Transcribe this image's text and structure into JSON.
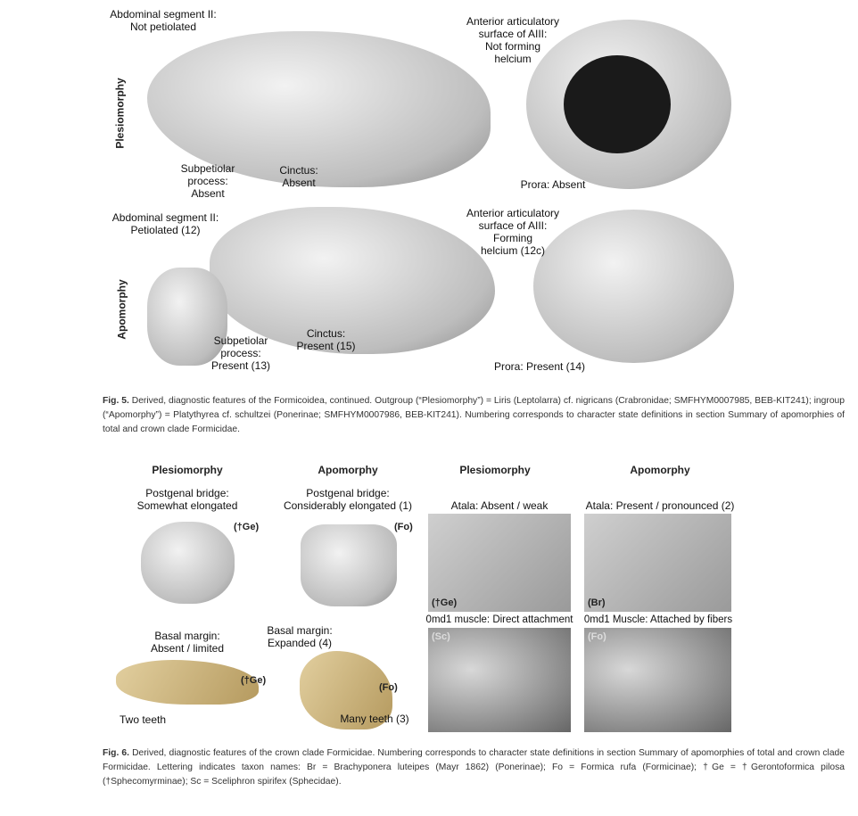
{
  "fig5": {
    "row_labels": [
      "Plesiomorphy",
      "Apomorphy"
    ],
    "labels": {
      "abd_plesio": "Abdominal segment II:\nNot petiolated",
      "subpet_plesio": "Subpetiolar\nprocess:\nAbsent",
      "cinctus_plesio": "Cinctus:\nAbsent",
      "aaiii_plesio": "Anterior articulatory\nsurface of AIII:\nNot forming\nhelcium",
      "prora_plesio": "Prora: Absent",
      "abd_apo": "Abdominal segment II:\nPetiolated (12)",
      "subpet_apo": "Subpetiolar\nprocess:\nPresent (13)",
      "cinctus_apo": "Cinctus:\nPresent (15)",
      "aaiii_apo": "Anterior articulatory\nsurface of AIII:\nForming\nhelcium (12c)",
      "prora_apo": "Prora: Present (14)"
    },
    "caption": {
      "label": "Fig. 5.",
      "text": " Derived, diagnostic features of the Formicoidea, continued. Outgroup (“Plesiomorphy”) = Liris (Leptolarra) cf. nigricans (Crabronidae; SMFHYM0007985, BEB-KIT241); ingroup (“Apomorphy”) = Platythyrea cf. schultzei (Ponerinae; SMFHYM0007986, BEB-KIT241). Numbering corresponds to character state definitions in section Summary of apomorphies of total and crown clade Formicidae."
    }
  },
  "fig6": {
    "headers": [
      "Plesiomorphy",
      "Apomorphy",
      "Plesiomorphy",
      "Apomorphy"
    ],
    "labels": {
      "pg_plesio": "Postgenal bridge:\nSomewhat elongated",
      "pg_apo": "Postgenal bridge:\nConsiderably elongated (1)",
      "atala_plesio": "Atala: Absent / weak",
      "atala_apo": "Atala: Present / pronounced (2)",
      "omd_plesio": "0md1 muscle: Direct attachment",
      "omd_apo": "0md1 Muscle: Attached by fibers",
      "bm_plesio": "Basal margin:\nAbsent / limited",
      "bm_apo": "Basal margin:\nExpanded (4)",
      "teeth_plesio": "Two teeth",
      "teeth_apo": "Many teeth (3)"
    },
    "taxa": {
      "ge1": "(†Ge)",
      "fo1": "(Fo)",
      "ge2": "(†Ge)",
      "br": "(Br)",
      "sc": "(Sc)",
      "fo2": "(Fo)",
      "ge3": "(†Ge)",
      "fo3": "(Fo)"
    },
    "caption": {
      "label": "Fig. 6.",
      "text": " Derived, diagnostic features of the crown clade Formicidae. Numbering corresponds to character state definitions in section Summary of apomorphies of total and crown clade Formicidae. Lettering indicates taxon names: Br = Brachyponera luteipes (Mayr 1862) (Ponerinae); Fo = Formica rufa (Formicinae); †Ge = †Gerontoformica pilosa (†Sphecomyrminae); Sc = Sceliphron spirifex (Sphecidae)."
    }
  }
}
